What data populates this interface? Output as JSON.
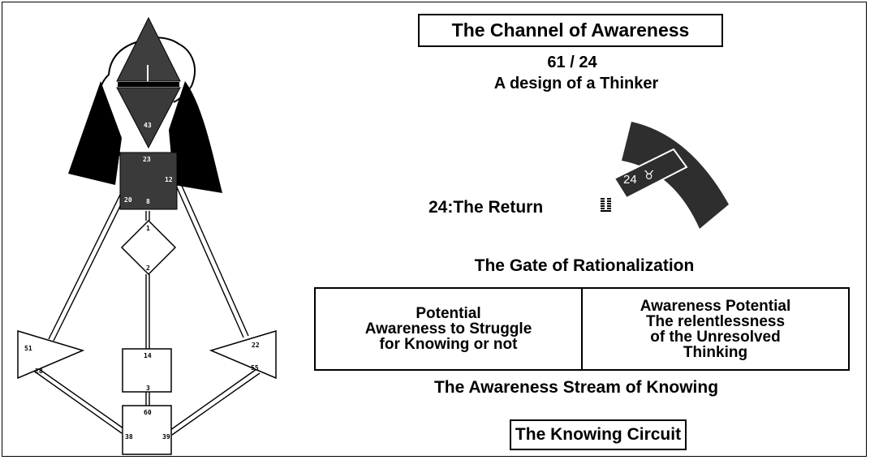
{
  "header": {
    "title": "The Channel of Awareness",
    "gates": "61 / 24",
    "subtitle": "A design of a Thinker"
  },
  "gate": {
    "name": "24:The Return",
    "hexagram_icon": "hexagram-icon",
    "badge_number": "24",
    "badge_symbol": "♉",
    "theme": "The Gate of Rationalization"
  },
  "table": {
    "left_lines": [
      "Potential",
      "Awareness to Struggle",
      "for Knowing or not"
    ],
    "right_lines": [
      "Awareness Potential",
      "The relentlessness",
      "of the Unresolved",
      "Thinking"
    ]
  },
  "footer": {
    "stream": "The Awareness Stream of Knowing",
    "circuit": "The Knowing Circuit"
  },
  "bodygraph": {
    "gate_numbers": {
      "ajna_43": "43",
      "throat_23": "23",
      "throat_12": "12",
      "throat_20": "20",
      "throat_8": "8",
      "g_1": "1",
      "g_2": "2",
      "sacral_14": "14",
      "sacral_3": "3",
      "root_60": "60",
      "root_38": "38",
      "root_39": "39",
      "spleen_51": "51",
      "spleen_28": "28",
      "solar_22": "22",
      "solar_55": "55"
    }
  },
  "colors": {
    "defined_center": "#3a3a3a",
    "head_center": "#3e3e3e",
    "background": "#ffffff",
    "badge_fill": "#2e2e2e"
  }
}
